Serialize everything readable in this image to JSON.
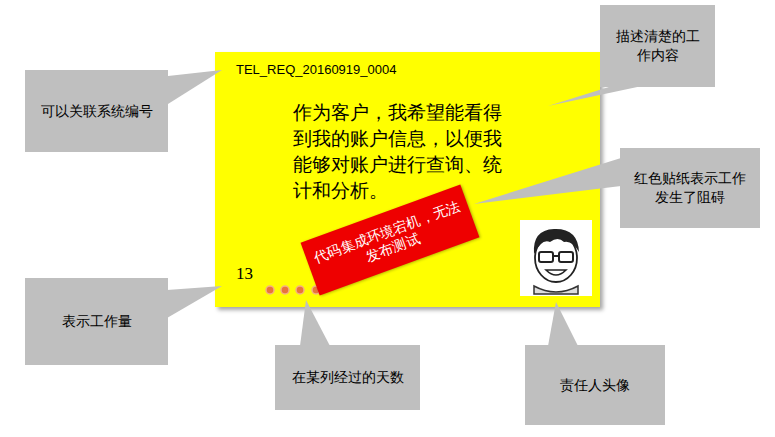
{
  "diagram": {
    "nodes": [
      {
        "text": [
          "TEL_REQ_20160919_0004",
          "作为客户，我希望能看得到我的账户信息，以便我能够对账户进行查询、统计和分析。",
          "13"
        ]
      },
      {
        "text": [
          "代码集成环境宕机，无法发布测试"
        ],
        "in": 0
      },
      {
        "text": [
          "描述清楚的工作内容"
        ]
      },
      {
        "text": [
          "可以关联系统编号"
        ]
      },
      {
        "text": [
          "红色贴纸表示工作发生了阻碍"
        ]
      },
      {
        "text": [
          "表示工作量"
        ]
      },
      {
        "text": [
          "在某列经过的天数"
        ]
      },
      {
        "text": [
          "责任人头像"
        ]
      }
    ]
  }
}
